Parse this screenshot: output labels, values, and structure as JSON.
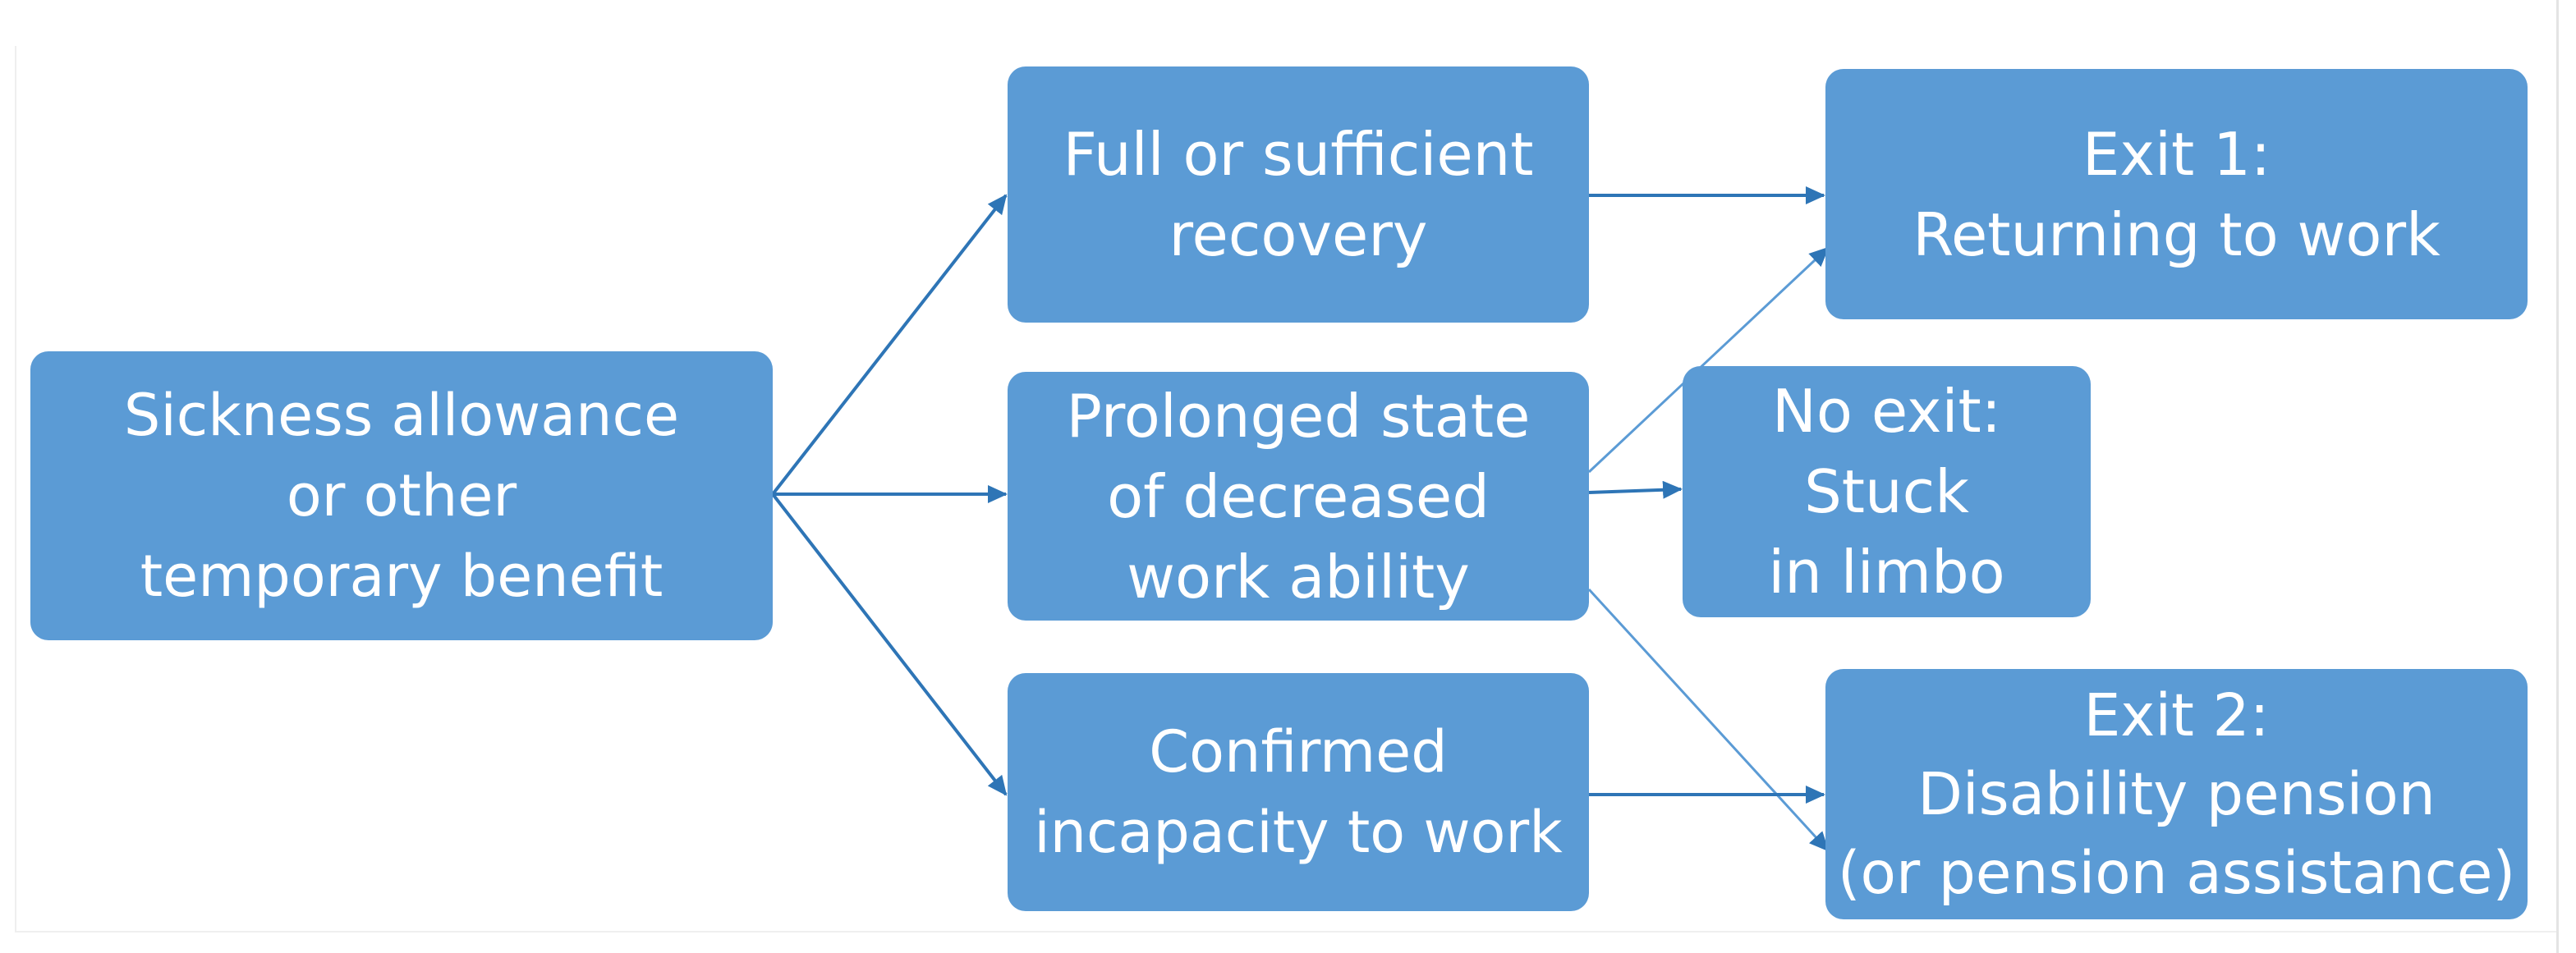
{
  "diagram": {
    "colors": {
      "box_fill": "#5b9bd5",
      "box_text": "#ffffff",
      "arrow": "#2e75b6"
    },
    "nodes": {
      "sickness": "Sickness allowance\nor other\ntemporary benefit",
      "full_recovery": "Full or sufficient\nrecovery",
      "prolonged": "Prolonged state\nof decreased\nwork ability",
      "confirmed": "Confirmed\nincapacity to work",
      "exit1": "Exit 1:\nReturning to work",
      "no_exit": "No exit:\nStuck\nin limbo",
      "exit2": "Exit 2:\nDisability pension\n(or pension assistance)"
    },
    "edges": [
      {
        "from": "sickness",
        "to": "full_recovery"
      },
      {
        "from": "sickness",
        "to": "prolonged"
      },
      {
        "from": "sickness",
        "to": "confirmed"
      },
      {
        "from": "full_recovery",
        "to": "exit1"
      },
      {
        "from": "prolonged",
        "to": "exit1"
      },
      {
        "from": "prolonged",
        "to": "no_exit"
      },
      {
        "from": "prolonged",
        "to": "exit2"
      },
      {
        "from": "confirmed",
        "to": "exit2"
      }
    ]
  }
}
